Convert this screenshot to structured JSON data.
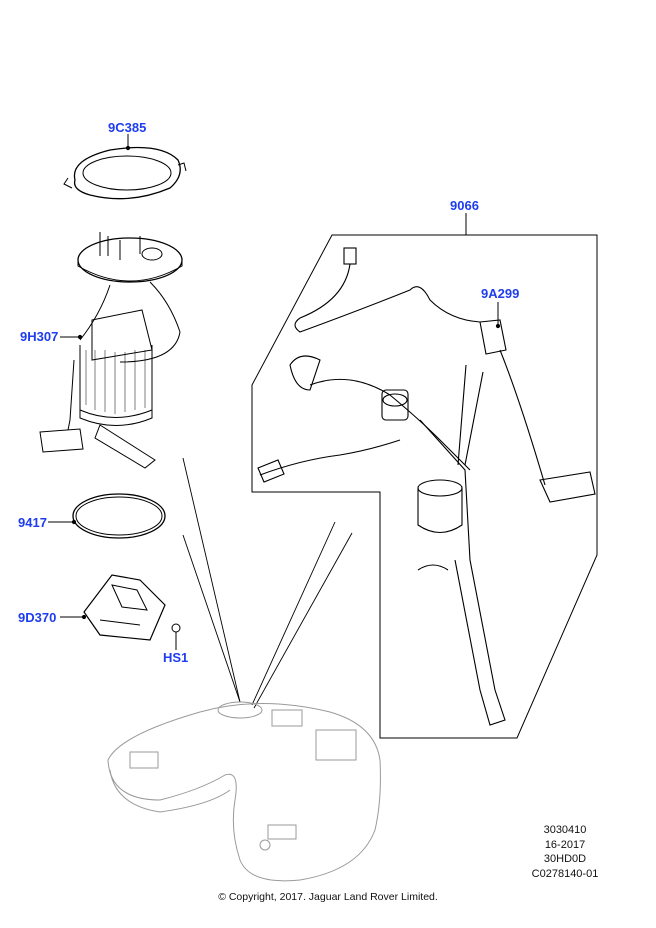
{
  "callouts": {
    "seal_ring": "9C385",
    "pump_module": "9H307",
    "o_ring": "9417",
    "bracket": "9D370",
    "screw": "HS1",
    "sender_group": "9066",
    "level_sensor": "9A299"
  },
  "info": {
    "line1": "3030410",
    "line2": "16-2017",
    "line3": "30HD0D",
    "line4": "C0278140-01"
  },
  "copyright": "© Copyright, 2017. Jaguar Land Rover Limited.",
  "colors": {
    "callout": "#1e3cf0",
    "line": "#000000",
    "tank": "#9a9a9a"
  }
}
